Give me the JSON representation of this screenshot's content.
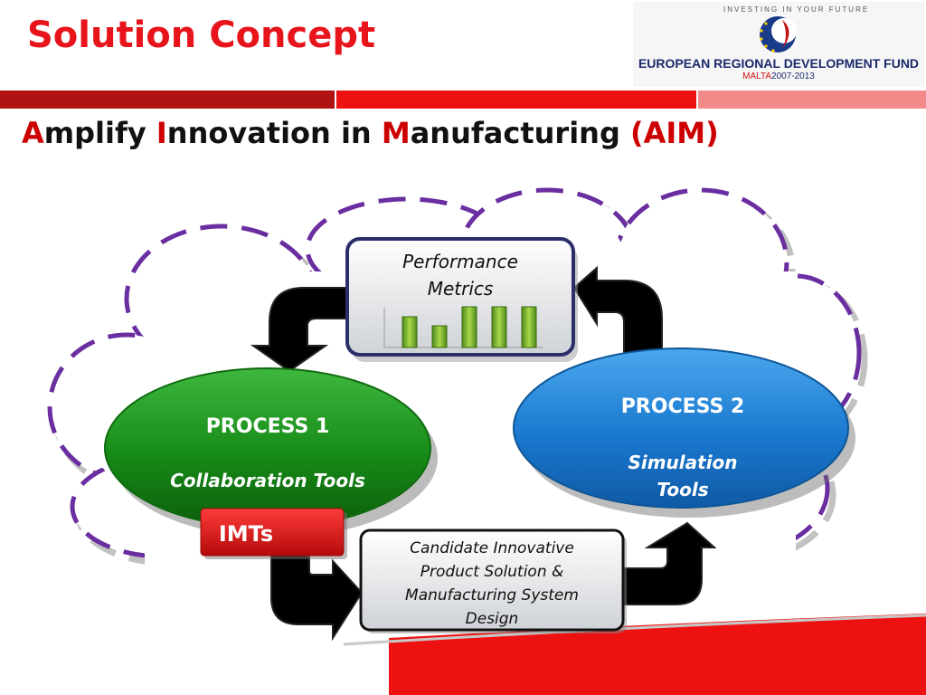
{
  "slide": {
    "title": "Solution Concept",
    "subtitle_parts": [
      "A",
      "mplify ",
      "I",
      "nnovation in ",
      "M",
      "anufacturing ",
      "(AIM)"
    ]
  },
  "logo": {
    "motto": "INVESTING IN YOUR FUTURE",
    "name": "EUROPEAN REGIONAL DEVELOPMENT FUND",
    "country": "MALTA",
    "years": "2007-2013"
  },
  "diagram": {
    "metrics_box": {
      "line1": "Performance",
      "line2": "Metrics"
    },
    "process1": {
      "title": "PROCESS 1",
      "subtitle": "Collaboration Tools"
    },
    "process2": {
      "title": "PROCESS 2",
      "subtitle_line1": "Simulation",
      "subtitle_line2": "Tools"
    },
    "imts_label": "IMTs",
    "candidate_box": {
      "line1": "Candidate Innovative",
      "line2": "Product Solution &",
      "line3": "Manufacturing System",
      "line4": "Design"
    }
  },
  "colors": {
    "accent_red": "#e8141b",
    "cloud_purple": "#6a2ea0",
    "process1_green": "#1d8a1d",
    "process2_blue": "#1d7fd6",
    "imts_red": "#d81414"
  }
}
